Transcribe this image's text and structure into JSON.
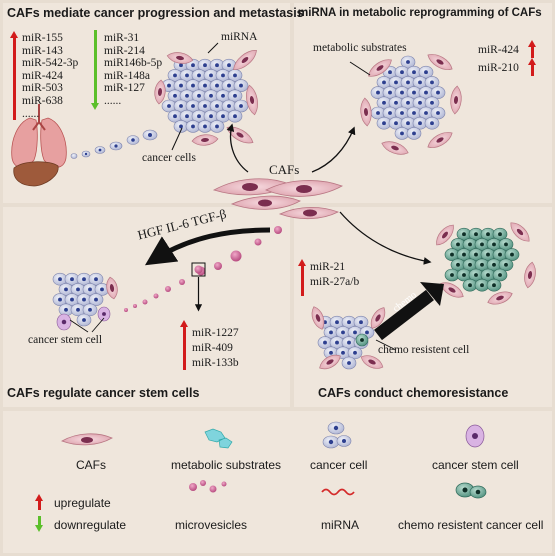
{
  "titles": {
    "q1": "CAFs mediate cancer progression and metastasis",
    "q2": "miRNA in metabolic reprogramming of CAFs",
    "q3": "CAFs regulate cancer stem cells",
    "q4": "CAFs conduct chemoresistance"
  },
  "q1": {
    "up_list": [
      "miR-155",
      "miR-143",
      "miR-542-3p",
      "miR-424",
      "miR-503",
      "miR-638",
      "......"
    ],
    "down_list": [
      "miR-31",
      "miR-214",
      "miR146b-5p",
      "miR-148a",
      "miR-127",
      "......"
    ],
    "mirna_label": "miRNA",
    "cancer_cells_label": "cancer cells"
  },
  "q2": {
    "metabolic_label": "metabolic substrates",
    "up_list": [
      "miR-424",
      "miR-210"
    ]
  },
  "center": {
    "cafs_label": "CAFs"
  },
  "q3": {
    "factors": "HGF IL-6 TGF-β",
    "up_list": [
      "miR-1227",
      "miR-409",
      "miR-133b"
    ],
    "stem_label": "cancer stem cell"
  },
  "q4": {
    "up_list": [
      "miR-21",
      "miR-27a/b"
    ],
    "chemo_label": "chemo",
    "resistant_label": "chemo resistent cell"
  },
  "legend": {
    "cafs": "CAFs",
    "metabolic": "metabolic substrates",
    "cancer_cell": "cancer cell",
    "cancer_stem_cell": "cancer stem cell",
    "upregulate": "upregulate",
    "downregulate": "downregulate",
    "microvesicles": "microvesicles",
    "mirna": "miRNA",
    "chemo_resistant": "chemo resistent cancer cell"
  },
  "colors": {
    "up": "#d21b1b",
    "down": "#5bbf2a",
    "caf": "#f1c9cf",
    "cancer_cell": "#c9cde3",
    "resistant_cell": "#7fb3a3",
    "vesicle": "#d46a9a",
    "mirna": "#d42a2a"
  }
}
